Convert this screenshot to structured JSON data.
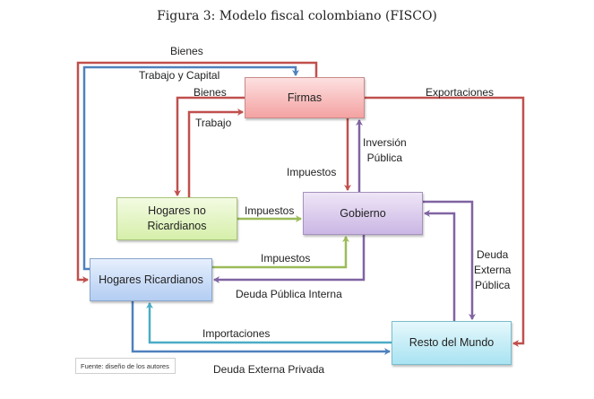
{
  "figure": {
    "title": "Figura 3: Modelo fiscal colombiano (FISCO)",
    "source_note": "Fuente: diseño de los autores"
  },
  "nodes": {
    "firmas": "Firmas",
    "gobierno": "Gobierno",
    "hogares_no_ricardianos_line1": "Hogares no",
    "hogares_no_ricardianos_line2": "Ricardianos",
    "hogares_ricardianos": "Hogares Ricardianos",
    "resto_del_mundo": "Resto del Mundo"
  },
  "flows": {
    "bienes_outer": "Bienes",
    "trabajo_y_capital": "Trabajo y Capital",
    "bienes_inner": "Bienes",
    "trabajo": "Trabajo",
    "exportaciones": "Exportaciones",
    "impuestos_firmas": "Impuestos",
    "inversion_publica_line1": "Inversión",
    "inversion_publica_line2": "Pública",
    "impuestos_hnr": "Impuestos",
    "impuestos_hr": "Impuestos",
    "deuda_publica_interna": "Deuda Pública Interna",
    "deuda_externa_publica_line1": "Deuda",
    "deuda_externa_publica_line2": "Externa",
    "deuda_externa_publica_line3": "Pública",
    "importaciones": "Importaciones",
    "deuda_externa_privada": "Deuda Externa Privada"
  },
  "colors": {
    "red": "#c0504d",
    "blue": "#4f81bd",
    "green": "#9bbb59",
    "purple": "#8064a2",
    "teal": "#4bacc6"
  }
}
